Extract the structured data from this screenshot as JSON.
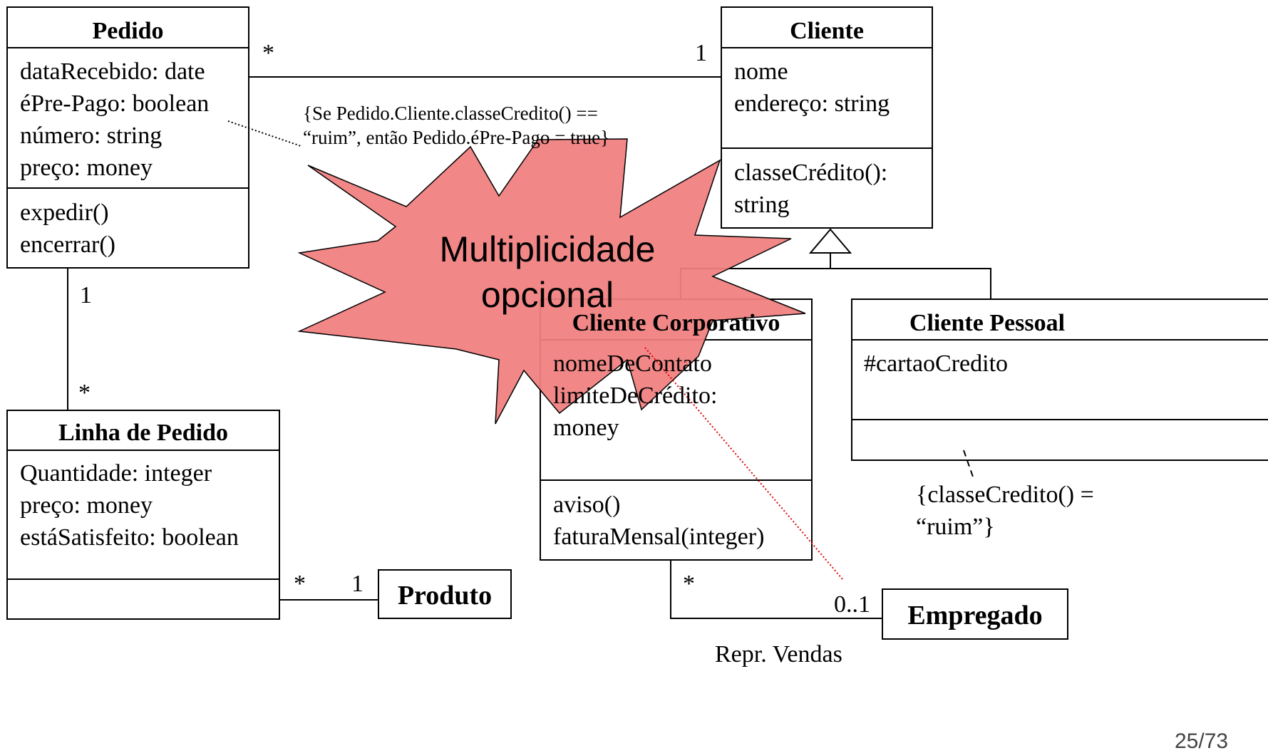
{
  "classes": {
    "pedido": {
      "name": "Pedido",
      "attributes": [
        "dataRecebido: date",
        "éPre-Pago: boolean",
        "número: string",
        "preço: money"
      ],
      "operations": [
        "expedir()",
        "encerrar()"
      ]
    },
    "cliente": {
      "name": "Cliente",
      "attributes": [
        "nome",
        "endereço: string"
      ],
      "operations": [
        "classeCrédito():",
        "string"
      ]
    },
    "linha_pedido": {
      "name": "Linha de Pedido",
      "attributes": [
        "Quantidade: integer",
        "preço: money",
        "estáSatisfeito: boolean"
      ],
      "operations": []
    },
    "produto": {
      "name": "Produto"
    },
    "cliente_corporativo": {
      "name": "Cliente Corporativo",
      "attributes": [
        "nomeDeContato",
        "limiteDeCrédito:",
        "money"
      ],
      "operations": [
        "aviso()",
        "faturaMensal(integer)"
      ]
    },
    "cliente_pessoal": {
      "name": "Cliente Pessoal",
      "attributes": [
        "#cartaoCredito"
      ],
      "operations": []
    },
    "empregado": {
      "name": "Empregado"
    }
  },
  "multiplicities": {
    "pedido_cliente_pedido_end": "*",
    "pedido_cliente_cliente_end": "1",
    "pedido_linha_pedido_end": "1",
    "pedido_linha_linha_end": "*",
    "linha_produto_linha_end": "*",
    "linha_produto_produto_end": "1",
    "corporativo_empregado_corp_end": "*",
    "corporativo_empregado_emp_end": "0..1"
  },
  "role_labels": {
    "empregado_role": "Repr. Vendas"
  },
  "constraints": {
    "pedido_constraint": [
      "{Se Pedido.Cliente.classeCredito() ==",
      "“ruim”, então Pedido.éPre-Pago = true}"
    ],
    "pessoal_constraint": [
      "{classeCredito() =",
      "“ruim”}"
    ]
  },
  "callout": {
    "lines": [
      "Multiplicidade",
      "opcional"
    ],
    "fill_color": "#f08080"
  },
  "page_number": "25/73"
}
